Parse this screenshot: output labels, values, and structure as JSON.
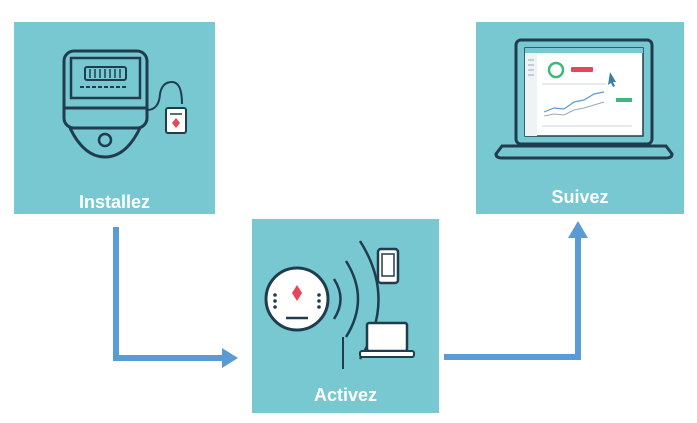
{
  "steps": {
    "install": {
      "label": "Installez",
      "icon": "electric-meter-icon"
    },
    "activate": {
      "label": "Activez",
      "icon": "wireless-sensor-icon"
    },
    "follow": {
      "label": "Suivez",
      "icon": "laptop-dashboard-icon"
    }
  },
  "colors": {
    "tile": "#78c8d1",
    "arrow": "#5b9bd5",
    "text": "#ffffff",
    "accent": "#e8445a"
  }
}
